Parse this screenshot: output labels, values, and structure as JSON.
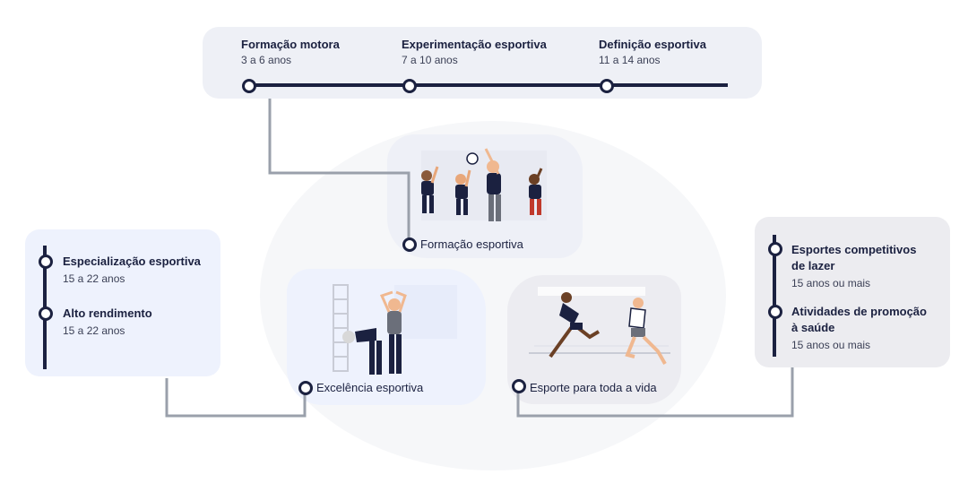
{
  "timeline": {
    "stages": [
      {
        "title": "Formação motora",
        "age": "3 a 6 anos"
      },
      {
        "title": "Experimentação esportiva",
        "age": "7 a 10 anos"
      },
      {
        "title": "Definição esportiva",
        "age": "11 a 14 anos"
      }
    ]
  },
  "left_panel": {
    "items": [
      {
        "title": "Especialização esportiva",
        "age": "15 a 22 anos"
      },
      {
        "title": "Alto rendimento",
        "age": "15 a 22 anos"
      }
    ]
  },
  "right_panel": {
    "items": [
      {
        "title_line1": "Esportes competitivos",
        "title_line2": "de lazer",
        "age": "15 anos ou mais"
      },
      {
        "title_line1": "Atividades de promoção",
        "title_line2": "à saúde",
        "age": "15 anos ou mais"
      }
    ]
  },
  "cards": {
    "formacao": "Formação esportiva",
    "excelencia": "Excelência esportiva",
    "esporte_vida": "Esporte para toda a vida"
  },
  "colors": {
    "navy": "#1b2140",
    "connector": "#9aa0ab",
    "topbar_bg": "#eef0f6",
    "left_bg": "#eef2fd",
    "right_bg": "#ececf0"
  }
}
